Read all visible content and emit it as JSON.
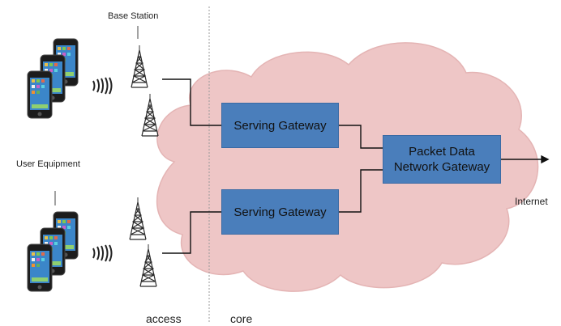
{
  "labels": {
    "base_station": "Base Station",
    "user_equipment": "User Equipment",
    "access": "access",
    "core": "core",
    "internet": "Internet"
  },
  "gateways": {
    "sgw_top": "Serving Gateway",
    "sgw_bottom": "Serving Gateway",
    "pgw_line1": "Packet Data",
    "pgw_line2": "Network Gateway"
  },
  "colors": {
    "cloud": "#eec6c6",
    "gateway": "#4a7ebb",
    "link": "#111111",
    "divider": "#9a9a9a"
  },
  "icons": [
    "cell-tower-icon",
    "smartphone-icon",
    "radio-wave-icon"
  ]
}
